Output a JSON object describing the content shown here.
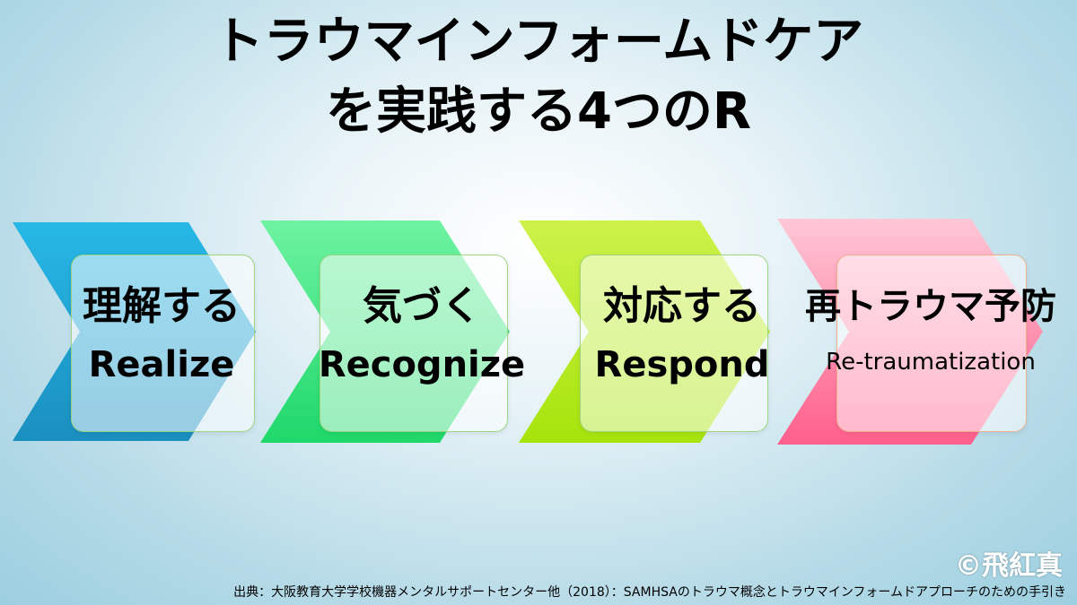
{
  "title": {
    "line1": "トラウマインフォームドケア",
    "line2": "を実践する4つのR"
  },
  "steps": [
    {
      "jp": "理解する",
      "en": "Realize",
      "color": "#1aa8d8"
    },
    {
      "jp": "気づく",
      "en": "Recognize",
      "color": "#39e07a"
    },
    {
      "jp": "対応する",
      "en": "Respond",
      "color": "#b8ec1a"
    },
    {
      "jp": "再トラウマ予防",
      "en": "Re-traumatization",
      "color": "#ff7aa0"
    }
  ],
  "copyright": "©飛紅真",
  "source": "出典：大阪教育大学学校機器メンタルサポートセンター他（2018）：SAMHSAのトラウマ概念とトラウマインフォームドアプローチのための手引き"
}
